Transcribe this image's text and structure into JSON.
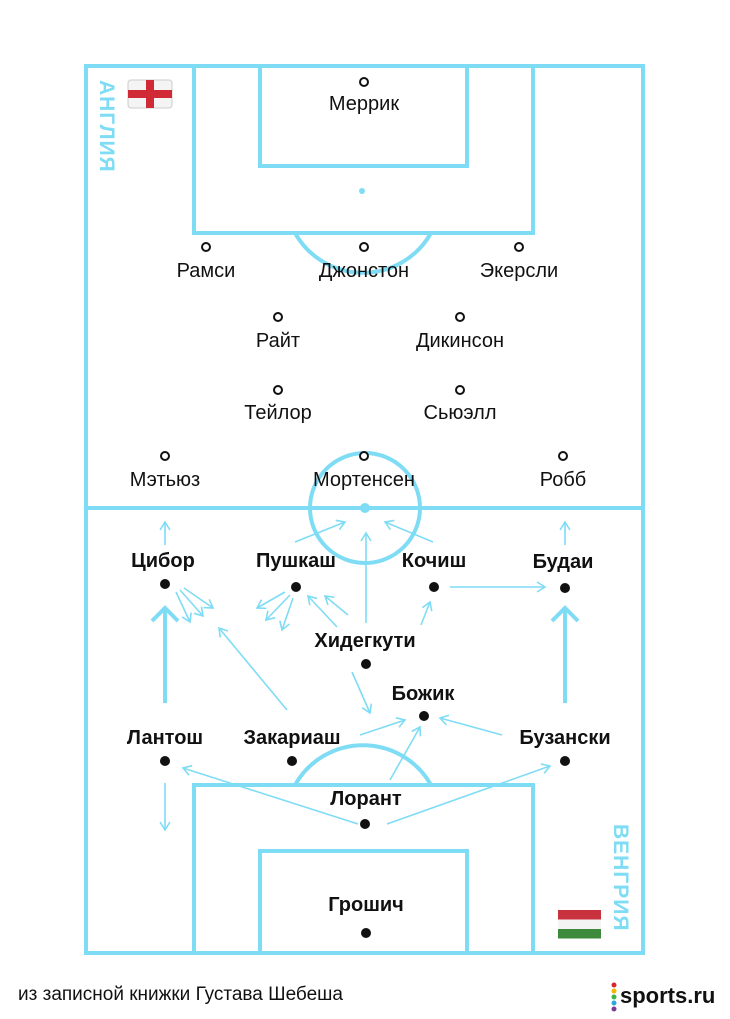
{
  "teams": {
    "top": "АНГЛИЯ",
    "bottom": "ВЕНГРИЯ"
  },
  "england": [
    "Меррик",
    "Рамси",
    "Джонстон",
    "Экерсли",
    "Райт",
    "Дикинсон",
    "Тейлор",
    "Сьюэлл",
    "Мэтьюз",
    "Мортенсен",
    "Робб"
  ],
  "hungary": [
    "Цибор",
    "Пушкаш",
    "Кочиш",
    "Будаи",
    "Хидегкути",
    "Божик",
    "Лантош",
    "Закариаш",
    "Бузански",
    "Лорант",
    "Грошич"
  ],
  "footer": {
    "caption": "из записной книжки Густава Шебеша",
    "logo": "sports.ru"
  },
  "colors": {
    "lines": "#7fdcf5",
    "text": "#111111"
  }
}
